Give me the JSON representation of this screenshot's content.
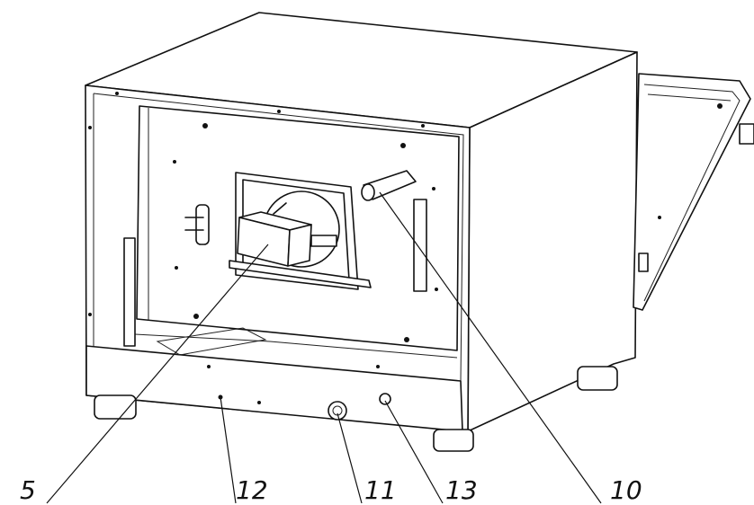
{
  "callouts": [
    {
      "id": "5",
      "label": "5"
    },
    {
      "id": "12",
      "label": "12"
    },
    {
      "id": "11",
      "label": "11"
    },
    {
      "id": "13",
      "label": "13"
    },
    {
      "id": "10",
      "label": "10"
    }
  ],
  "colors": {
    "line": "#111111",
    "background": "#ffffff"
  }
}
